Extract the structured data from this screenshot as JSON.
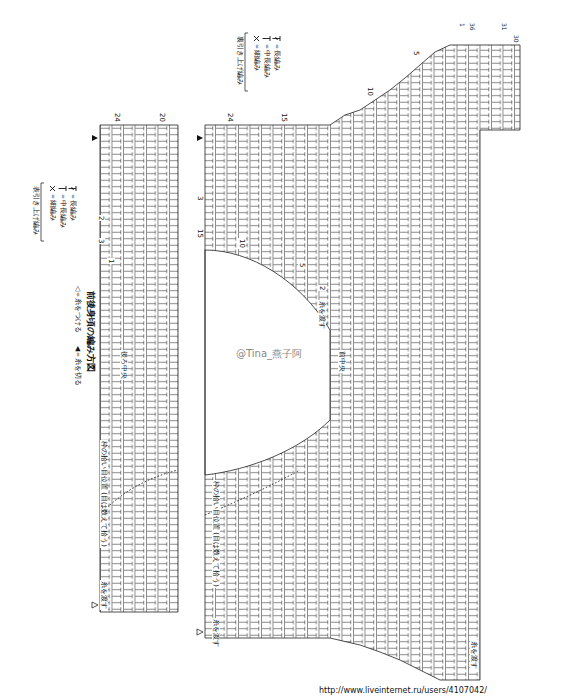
{
  "diagram": {
    "title": "前後身頃の編み方図",
    "labels": [
      "◁＝糸をつける",
      "◀＝糸を切る",
      "表引き上げ編み",
      "裏引き上げ編み",
      "24",
      "20",
      "3",
      "2",
      "1",
      "後ろ中央",
      "枠の拾い目位置 (目は数えて拾う)",
      "糸を渡す",
      "24",
      "15",
      "10",
      "5",
      "1",
      "36",
      "31",
      "30",
      "15",
      "10",
      "5",
      "2",
      "3",
      "前中央",
      "枠の拾い目位置 (目は数えて拾う)",
      "糸を渡す",
      "糸を渡す",
      "糸を渡す",
      "@Tina_燕子阿",
      "http://www.liveinternet.ru/users/4107042/"
    ],
    "legend": [
      {
        "text": "＝細編み"
      },
      {
        "text": "＝中長編み"
      },
      {
        "text": "＝長編み"
      },
      {
        "text": "＝細編み"
      },
      {
        "text": "＝中長編み"
      },
      {
        "text": "＝長編み"
      }
    ]
  }
}
